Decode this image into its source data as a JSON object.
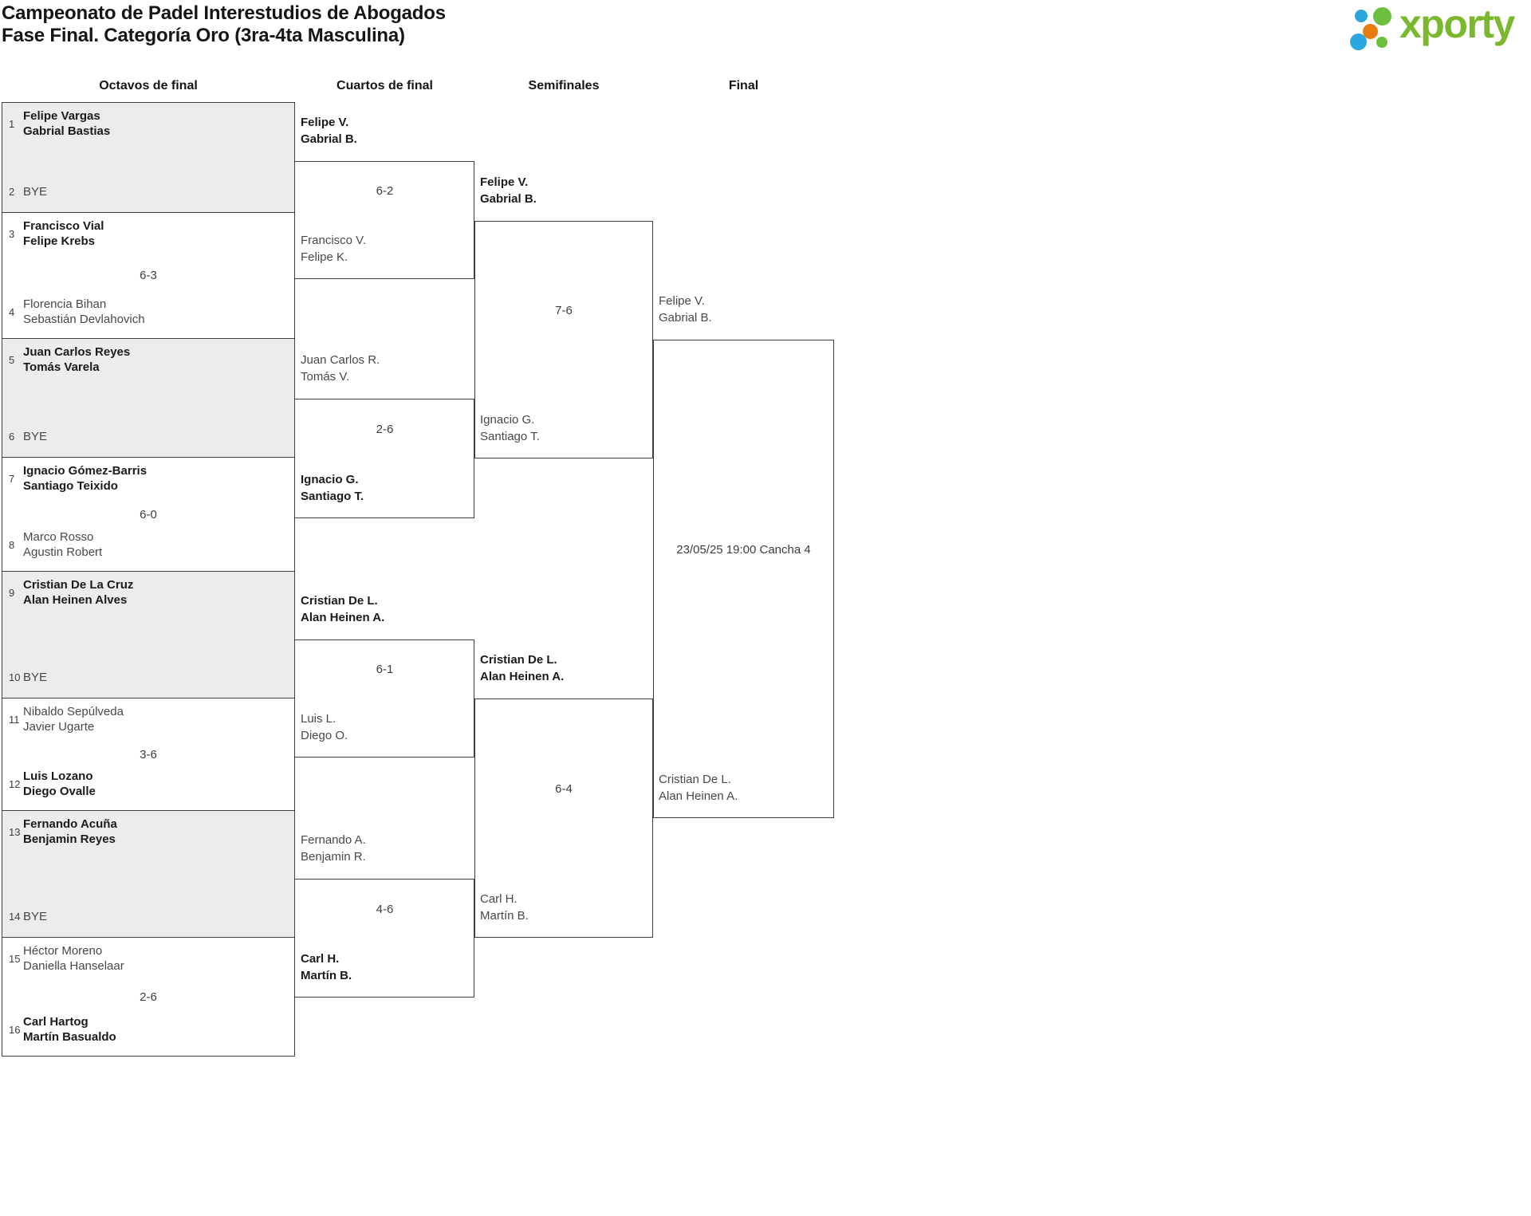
{
  "title": {
    "line1": "Campeonato de Padel Interestudios de Abogados",
    "line2": "Fase Final. Categoría Oro (3ra-4ta Masculina)"
  },
  "logo": {
    "text": "xporty",
    "text_color": "#7ab82e",
    "dot_green": "#6cbf3f",
    "dot_blue": "#2ba7e0",
    "dot_orange": "#e97b0f"
  },
  "round_headers": [
    "Octavos de final",
    "Cuartos de final",
    "Semifinales",
    "Final"
  ],
  "colors": {
    "bye_box_fill": "#ececec",
    "line": "#3e3e3e",
    "winner_text": "#1b1b1b",
    "normal_text": "#484848"
  },
  "bracket": {
    "octavos": [
      {
        "variant": "bye",
        "score": "",
        "top": {
          "seed": "1",
          "lines": [
            "Felipe Vargas",
            "Gabrial Bastias"
          ],
          "winner": true
        },
        "bottom": {
          "seed": "2",
          "lines": [
            "BYE"
          ],
          "winner": false
        }
      },
      {
        "variant": "match",
        "score": "6-3",
        "top": {
          "seed": "3",
          "lines": [
            "Francisco Vial",
            "Felipe Krebs"
          ],
          "winner": true
        },
        "bottom": {
          "seed": "4",
          "lines": [
            "Florencia Bihan",
            "Sebastián Devlahovich"
          ],
          "winner": false
        }
      },
      {
        "variant": "bye",
        "score": "",
        "top": {
          "seed": "5",
          "lines": [
            "Juan Carlos Reyes",
            "Tomás Varela"
          ],
          "winner": true
        },
        "bottom": {
          "seed": "6",
          "lines": [
            "BYE"
          ],
          "winner": false
        }
      },
      {
        "variant": "match",
        "score": "6-0",
        "top": {
          "seed": "7",
          "lines": [
            "Ignacio Gómez-Barris",
            "Santiago Teixido"
          ],
          "winner": true
        },
        "bottom": {
          "seed": "8",
          "lines": [
            "Marco Rosso",
            "Agustin Robert"
          ],
          "winner": false
        }
      },
      {
        "variant": "bye",
        "score": "",
        "top": {
          "seed": "9",
          "lines": [
            "Cristian De La Cruz",
            "Alan Heinen Alves"
          ],
          "winner": true
        },
        "bottom": {
          "seed": "10",
          "lines": [
            "BYE"
          ],
          "winner": false
        }
      },
      {
        "variant": "match",
        "score": "3-6",
        "top": {
          "seed": "11",
          "lines": [
            "Nibaldo Sepúlveda",
            "Javier Ugarte"
          ],
          "winner": false
        },
        "bottom": {
          "seed": "12",
          "lines": [
            "Luis Lozano",
            "Diego Ovalle"
          ],
          "winner": true
        }
      },
      {
        "variant": "bye",
        "score": "",
        "top": {
          "seed": "13",
          "lines": [
            "Fernando Acuña",
            "Benjamin Reyes"
          ],
          "winner": true
        },
        "bottom": {
          "seed": "14",
          "lines": [
            "BYE"
          ],
          "winner": false
        }
      },
      {
        "variant": "match",
        "score": "2-6",
        "top": {
          "seed": "15",
          "lines": [
            "Héctor Moreno",
            "Daniella Hanselaar"
          ],
          "winner": false
        },
        "bottom": {
          "seed": "16",
          "lines": [
            "Carl Hartog",
            "Martín Basualdo"
          ],
          "winner": true
        }
      }
    ],
    "cuartos": [
      {
        "score": "6-2",
        "top": {
          "lines": [
            "Felipe V.",
            "Gabrial B."
          ],
          "winner": true
        },
        "bottom": {
          "lines": [
            "Francisco V.",
            "Felipe K."
          ],
          "winner": false
        }
      },
      {
        "score": "2-6",
        "top": {
          "lines": [
            "Juan Carlos R.",
            "Tomás V."
          ],
          "winner": false
        },
        "bottom": {
          "lines": [
            "Ignacio G.",
            "Santiago T."
          ],
          "winner": true
        }
      },
      {
        "score": "6-1",
        "top": {
          "lines": [
            "Cristian De L.",
            "Alan Heinen A."
          ],
          "winner": true
        },
        "bottom": {
          "lines": [
            "Luis L.",
            "Diego O."
          ],
          "winner": false
        }
      },
      {
        "score": "4-6",
        "top": {
          "lines": [
            "Fernando A.",
            "Benjamin R."
          ],
          "winner": false
        },
        "bottom": {
          "lines": [
            "Carl H.",
            "Martín B."
          ],
          "winner": true
        }
      }
    ],
    "semifinales": [
      {
        "score": "7-6",
        "top": {
          "lines": [
            "Felipe V.",
            "Gabrial B."
          ],
          "winner": true
        },
        "bottom": {
          "lines": [
            "Ignacio G.",
            "Santiago T."
          ],
          "winner": false
        }
      },
      {
        "score": "6-4",
        "top": {
          "lines": [
            "Cristian De L.",
            "Alan Heinen A."
          ],
          "winner": true
        },
        "bottom": {
          "lines": [
            "Carl H.",
            "Martín B."
          ],
          "winner": false
        }
      }
    ],
    "final": [
      {
        "score": "23/05/25 19:00 Cancha 4",
        "top": {
          "lines": [
            "Felipe V.",
            "Gabrial B."
          ],
          "winner": false
        },
        "bottom": {
          "lines": [
            "Cristian De L.",
            "Alan Heinen A."
          ],
          "winner": false
        }
      }
    ]
  }
}
